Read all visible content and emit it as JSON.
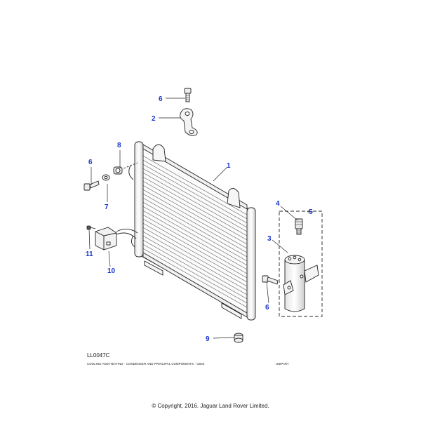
{
  "callouts": [
    {
      "id": "c6a",
      "label": "6"
    },
    {
      "id": "c2",
      "label": "2"
    },
    {
      "id": "c8",
      "label": "8"
    },
    {
      "id": "c6b",
      "label": "6"
    },
    {
      "id": "c1",
      "label": "1"
    },
    {
      "id": "c7",
      "label": "7"
    },
    {
      "id": "c4",
      "label": "4"
    },
    {
      "id": "c5",
      "label": "5"
    },
    {
      "id": "c3",
      "label": "3"
    },
    {
      "id": "c11",
      "label": "11"
    },
    {
      "id": "c10",
      "label": "10"
    },
    {
      "id": "c6c",
      "label": "6"
    },
    {
      "id": "c9",
      "label": "9"
    }
  ],
  "footer": {
    "ref_code": "LL0047C",
    "caption": "COOLING AND HEATING - CONDENSER AND PRINCIPAL COMPONENTS - CB40",
    "brand": "UNIPART",
    "copyright": "© Copyright, 2016. Jaguar Land Rover Limited."
  },
  "colors": {
    "callout": "#1a35c8",
    "line": "#222222"
  }
}
